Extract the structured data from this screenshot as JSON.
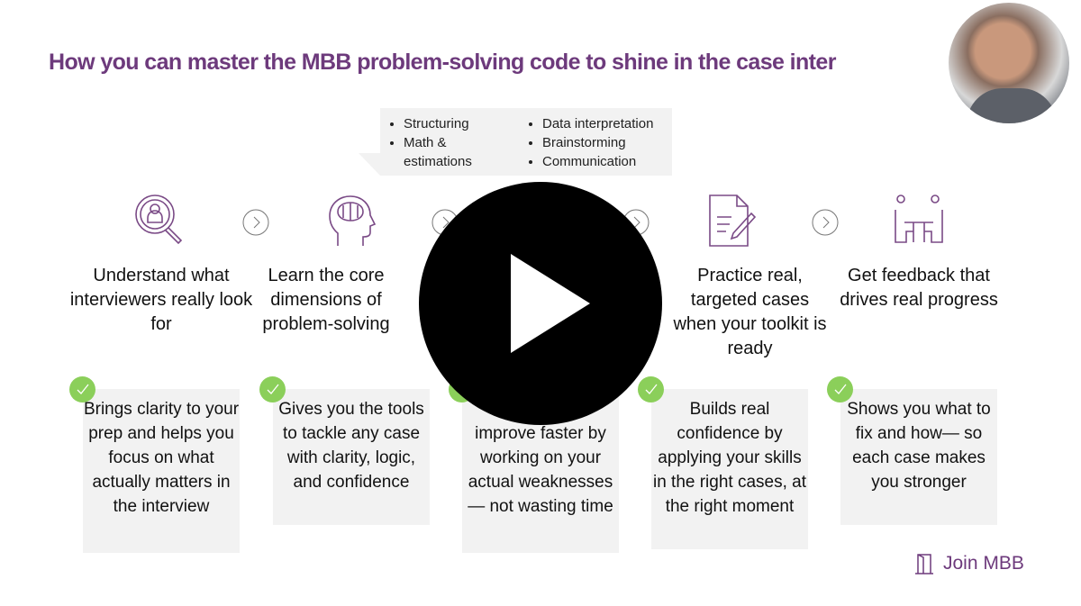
{
  "title": "How you can master the MBB problem-solving code to shine in the case inter",
  "tooltip": {
    "col1": [
      "Structuring",
      "Math & estimations"
    ],
    "col2": [
      "Data interpretation",
      "Brainstorming",
      "Communication"
    ]
  },
  "steps": [
    {
      "icon": "magnifier-person-icon",
      "heading": "Understand what interviewers really look for",
      "benefit": "Brings clarity to your prep and helps you focus on what actually matters in the interview"
    },
    {
      "icon": "brain-head-icon",
      "heading": "Learn the core dimensions of problem-solving",
      "benefit": "Gives you the tools to tackle any case with clarity, logic, and confidence"
    },
    {
      "icon": "hidden-icon",
      "heading": "",
      "benefit": "improve faster by working on your actual weaknesses— not wasting time"
    },
    {
      "icon": "document-pen-icon",
      "heading": "Practice real, targeted cases when your toolkit is ready",
      "benefit": "Builds real confidence by applying your skills in the right cases, at the right moment"
    },
    {
      "icon": "meeting-icon",
      "heading": "Get feedback that drives real progress",
      "benefit": "Shows you what to fix and how— so each case makes you stronger"
    }
  ],
  "logo": "Join MBB",
  "colors": {
    "accent": "#6d3a7c",
    "check": "#8bcf5a",
    "card": "#f2f2f2"
  }
}
